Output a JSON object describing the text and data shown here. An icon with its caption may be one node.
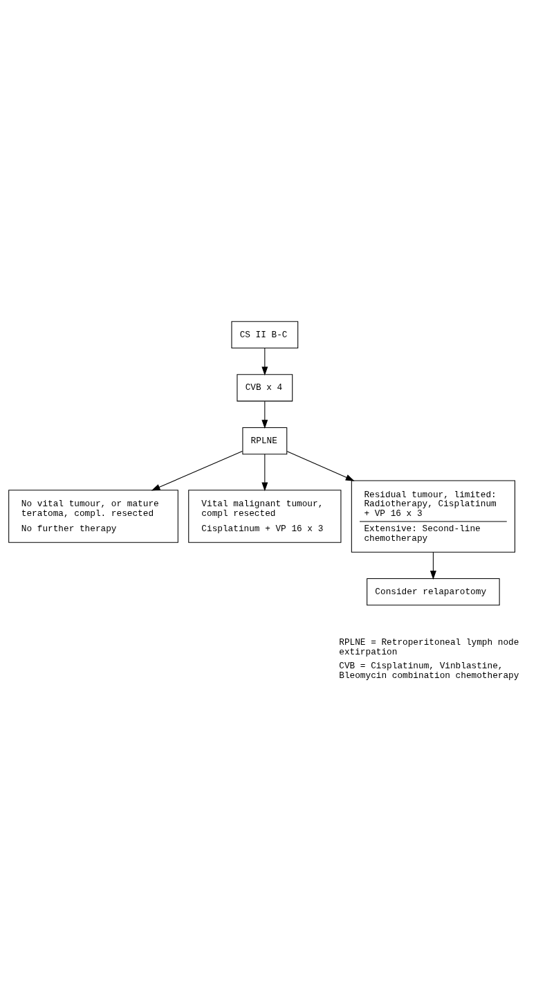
{
  "diagram": {
    "nodes": [
      {
        "text": [
          "CS II B-C"
        ]
      },
      {
        "text": [
          "CVB x 4"
        ]
      },
      {
        "text": [
          "RPLNE"
        ]
      },
      {
        "text": [
          "No vital tumour, or mature teratoma, compl. resected",
          "No further therapy"
        ]
      },
      {
        "text": [
          "Vital malignant tumour, compl resected",
          "Cisplatinum + VP 16 x 3"
        ]
      },
      {
        "text": [
          "Residual tumour, limited: Radiotherapy, Cisplatinum + VP 16 x 3",
          "Extensive: Second-line chemotherapy"
        ]
      },
      {
        "text": [
          "Consider relaparotomy"
        ]
      }
    ],
    "edges": [
      {
        "from": 0,
        "to": 1,
        "arrow": "to"
      },
      {
        "from": 1,
        "to": 2,
        "arrow": "to"
      },
      {
        "from": 2,
        "to": 3,
        "arrow": "to"
      },
      {
        "from": 2,
        "to": 4,
        "arrow": "to"
      },
      {
        "from": 2,
        "to": 5,
        "arrow": "to"
      },
      {
        "from": 5,
        "to": 6,
        "arrow": "to"
      }
    ],
    "labels": [
      "RPLNE = Retroperitoneal lymph node extirpation",
      "CVB = Cisplatinum, Vinblastine, Bleomycin combination chemotherapy"
    ]
  }
}
